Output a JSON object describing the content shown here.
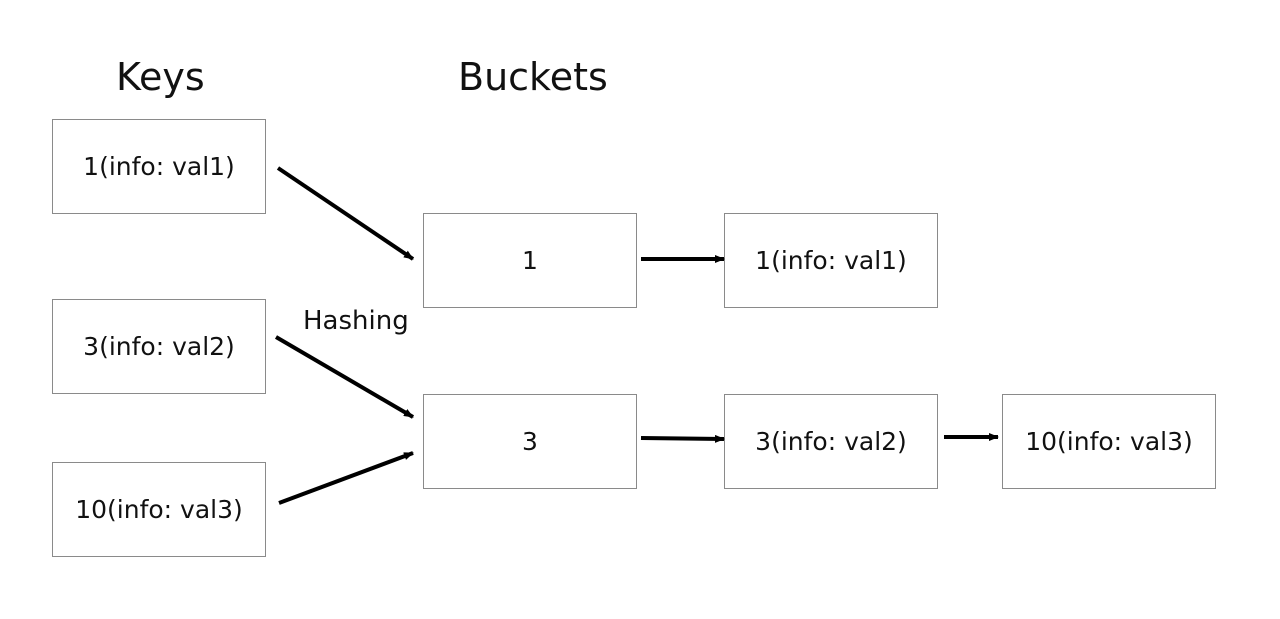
{
  "headings": {
    "keys": "Keys",
    "buckets": "Buckets"
  },
  "keys": [
    {
      "label": "1(info: val1)"
    },
    {
      "label": "3(info: val2)"
    },
    {
      "label": "10(info: val3)"
    }
  ],
  "buckets": [
    {
      "label": "1",
      "chain": [
        {
          "label": "1(info: val1)"
        }
      ]
    },
    {
      "label": "3",
      "chain": [
        {
          "label": "3(info: val2)"
        },
        {
          "label": "10(info: val3)"
        }
      ]
    }
  ],
  "edge_label": "Hashing",
  "colors": {
    "box_border": "#8a8a8a",
    "arrow": "#000000",
    "text": "#111111",
    "background": "#ffffff"
  }
}
